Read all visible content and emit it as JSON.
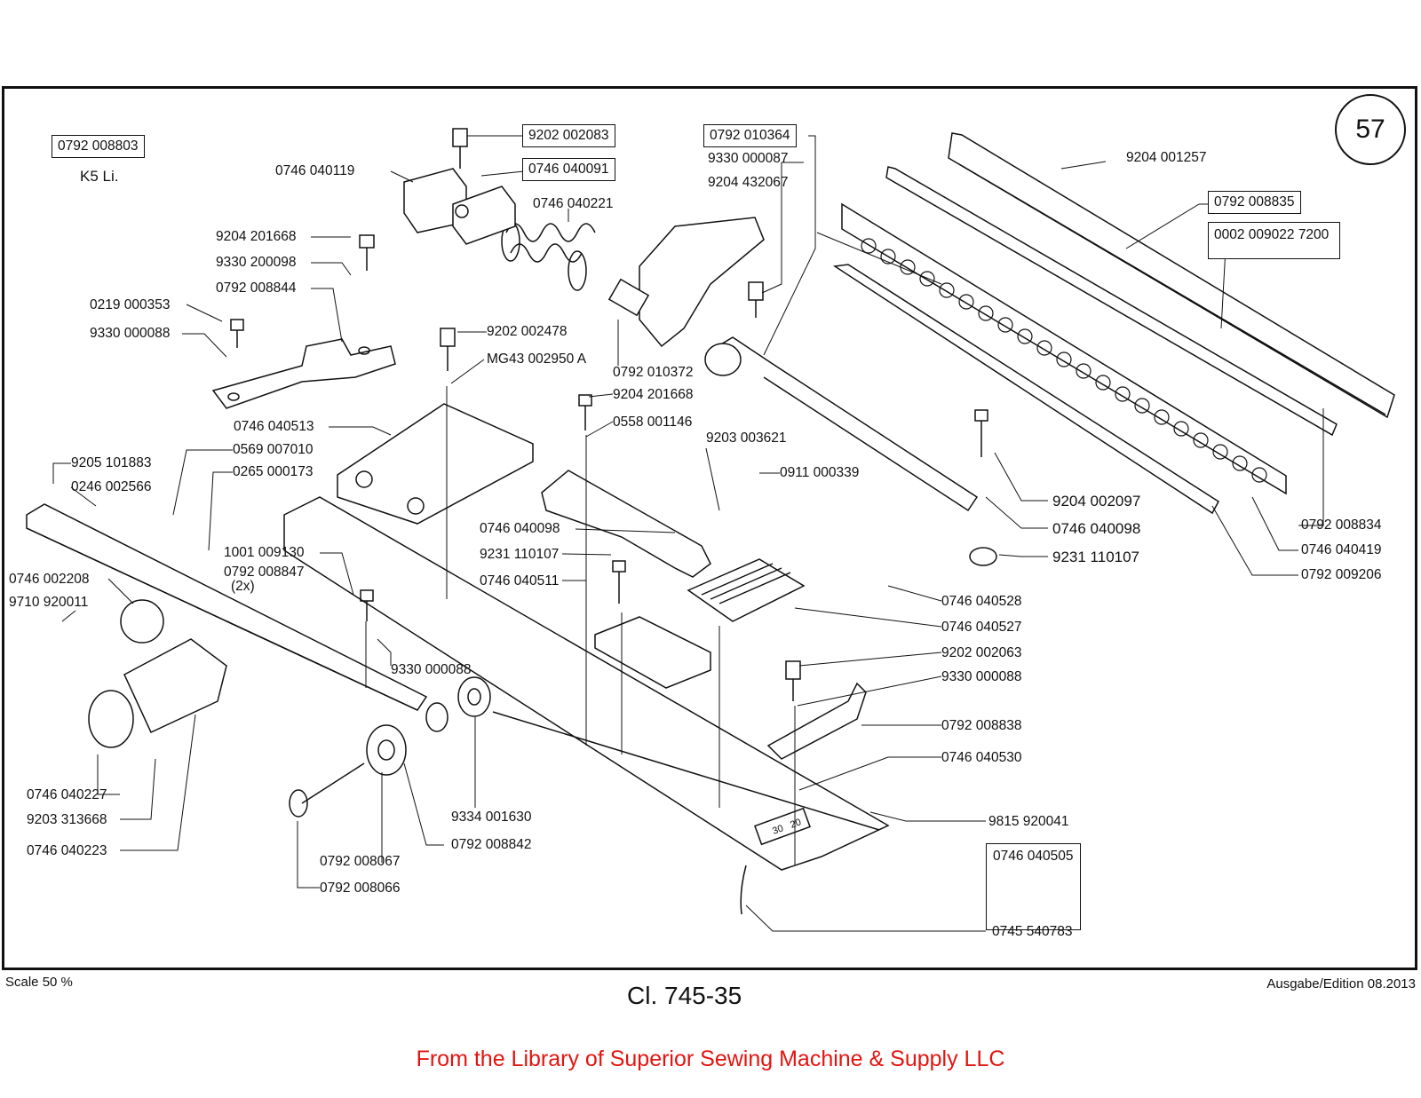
{
  "page_number": "57",
  "header_box": {
    "part": "0792 008803",
    "sub": "K5  Li."
  },
  "footer": {
    "scale": "Scale 50 %",
    "class_title": "Cl. 745-35",
    "edition": "Ausgabe/Edition 08.2013",
    "library_credit": "From the Library of Superior Sewing Machine & Supply LLC"
  },
  "labels": [
    "9202 002083",
    "0746 040091",
    "0746 040119",
    "0746 040221",
    "0792 010364",
    "9330 000087",
    "9204 432067",
    "9204 001257",
    "0792 008835",
    "0002 009022 7200",
    "9204 201668",
    "9330 200098",
    "0792 008844",
    "0219 000353",
    "9330 000088",
    "9202 002478",
    "MG43 002950 A",
    "0792 010372",
    "9204 201668",
    "0558 001146",
    "0746 040513",
    "0569 007010",
    "9205 101883",
    "0265 000173",
    "0246 002566",
    "9203 003621",
    "0911 000339",
    "9204 002097",
    "0746 040098",
    "9231 110107",
    "0792 008834",
    "0746 040419",
    "0792 009206",
    "0746 040098",
    "9231 110107",
    "0746 040511",
    "1001 009130",
    "0792 008847",
    "(2x)",
    "0746 002208",
    "9710 920011",
    "0746 040528",
    "0746 040527",
    "9202 002063",
    "9330 000088",
    "9330 000088",
    "0792 008838",
    "0746 040530",
    "0746 040227",
    "9203 313668",
    "9334 001630",
    "9815 920041",
    "0746 040223",
    "0792 008842",
    "0792 008067",
    "0746 040505",
    "0792 008066",
    "0745 540783"
  ],
  "scale_marks": [
    "30",
    "20"
  ]
}
